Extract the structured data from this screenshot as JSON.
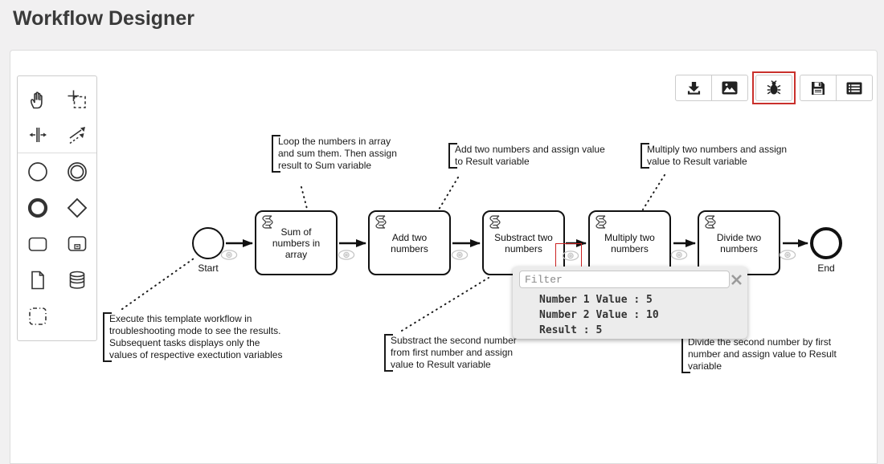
{
  "page_title": "Workflow Designer",
  "toolbar": {
    "buttons": [
      {
        "icon": "download-icon"
      },
      {
        "icon": "image-icon"
      },
      {
        "icon": "bug-icon",
        "highlighted": true
      },
      {
        "icon": "save-icon"
      },
      {
        "icon": "list-icon"
      }
    ],
    "highlight_color": "#c9302c"
  },
  "palette": {
    "tools": [
      "hand-tool",
      "lasso-tool",
      "space-tool",
      "connect-tool",
      "create-start-event",
      "create-intermediate-event",
      "create-end-event",
      "create-gateway",
      "create-task",
      "create-subprocess",
      "create-data-object",
      "create-data-store",
      "create-group"
    ]
  },
  "diagram": {
    "start_event": {
      "label": "Start"
    },
    "end_event": {
      "label": "End"
    },
    "tasks": [
      {
        "label": "Sum of numbers in array",
        "marker": "script-task-icon"
      },
      {
        "label": "Add two numbers",
        "marker": "script-task-icon"
      },
      {
        "label": "Substract two numbers",
        "marker": "script-task-icon"
      },
      {
        "label": "Multiply two numbers",
        "marker": "script-task-icon"
      },
      {
        "label": "Divide two numbers",
        "marker": "script-task-icon"
      }
    ],
    "annotations": [
      {
        "text": "Loop the numbers in array and sum them. Then assign result to Sum variable"
      },
      {
        "text": "Add two numbers and assign value to Result variable"
      },
      {
        "text": "Multiply two numbers and assign value to Result variable"
      },
      {
        "text": "Execute this template workflow in troubleshooting mode to see the results. Subsequent tasks displays only the values of respective exectution variables"
      },
      {
        "text": "Substract the second number from first number and assign value to Result variable"
      },
      {
        "text": "Divide the second number by first number and assign value to Result variable"
      }
    ],
    "eye_icon": "eye-icon",
    "highlighted_eye": "substract-two-numbers",
    "colors": {
      "node_stroke": "#111111",
      "eye_gray": "#c6c6c6",
      "highlight_red": "#cc2222"
    }
  },
  "popup": {
    "filter_placeholder": "Filter",
    "close_icon": "close-x",
    "lines": [
      "Number 1 Value : 5",
      "Number 2 Value : 10",
      "Result : 5"
    ]
  }
}
